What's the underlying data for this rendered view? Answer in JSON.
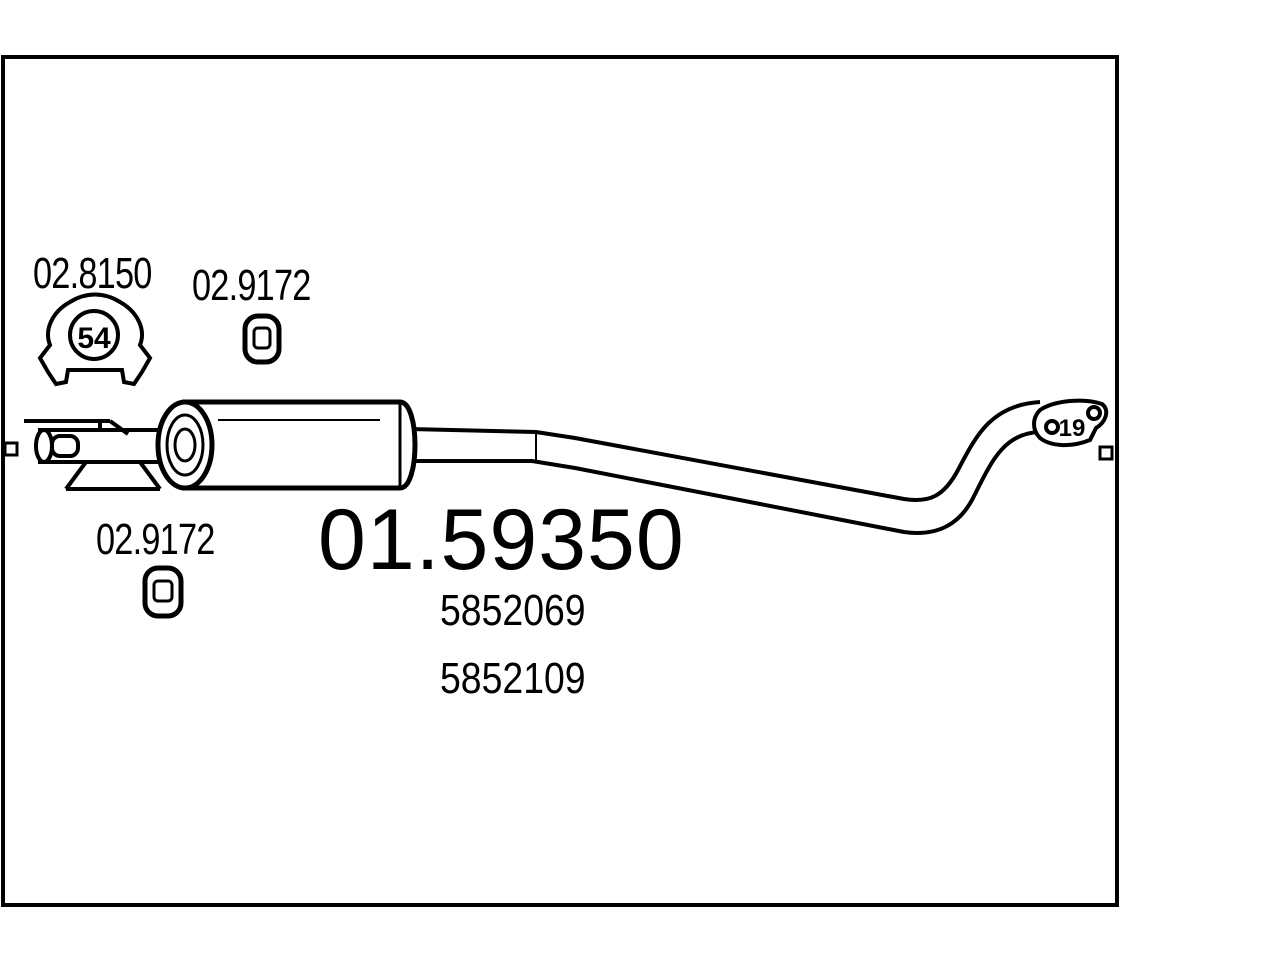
{
  "main_part_number": "01.59350",
  "oem_numbers": [
    "5852069",
    "5852109"
  ],
  "accessories": {
    "clamp": {
      "part_number": "02.8150",
      "size_label": "54"
    },
    "rubber_mount_top": {
      "part_number": "02.9172"
    },
    "rubber_mount_bottom": {
      "part_number": "02.9172"
    }
  },
  "flange_label": "19",
  "colors": {
    "line": "#000000",
    "background": "#ffffff"
  }
}
